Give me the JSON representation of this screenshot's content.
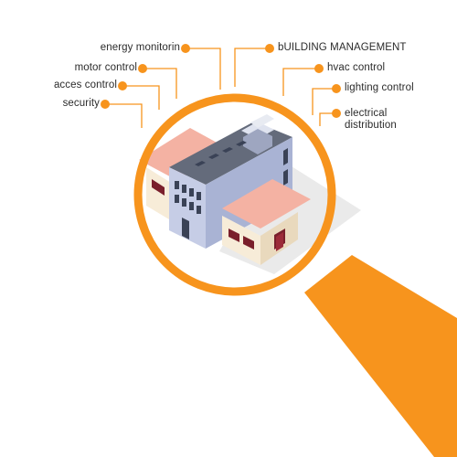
{
  "labels": {
    "energy": "energy monitorin",
    "motor": "motor control",
    "acces": "acces control",
    "security": "security",
    "building": "bUILDING MANAGEMENT",
    "hvac": "hvac control",
    "lighting": "lighting control",
    "electrical_line1": "electrical",
    "electrical_line2": "distribution"
  },
  "colors": {
    "accent_orange": "#f7941d",
    "leader_line": "#f7941d",
    "lens_ring": "#f7941d",
    "building_blue": "#a9b3d4",
    "roof_pink": "#f4b2a3",
    "wall_cream": "#f7ecd8",
    "window_maroon": "#7a1f2b",
    "roof_slate": "#6b7180"
  },
  "icons": {
    "bullet": "orange-dot-icon",
    "central": "building-icon",
    "magnifier": "magnifying-glass-icon"
  }
}
